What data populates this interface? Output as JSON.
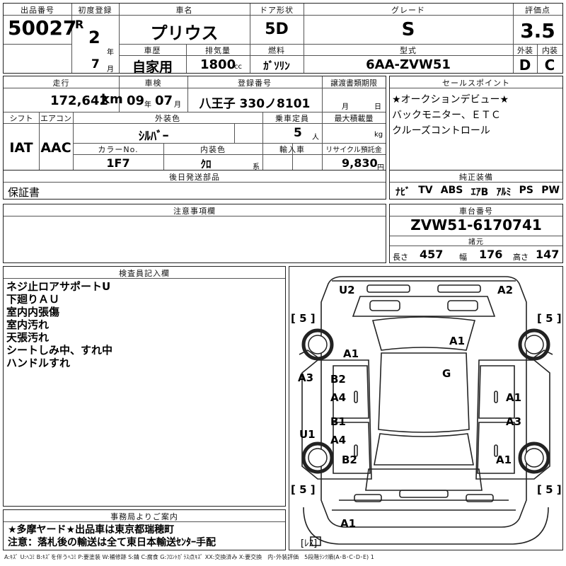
{
  "lot": {
    "label": "出品番号",
    "value": "50027"
  },
  "first_reg": {
    "label": "初度登録",
    "era": "R",
    "year": "2",
    "year_unit": "年",
    "month": "7",
    "month_unit": "月"
  },
  "car_name": {
    "label": "車名",
    "value": "プリウス"
  },
  "door": {
    "label": "ドア形状",
    "value": "5D"
  },
  "grade": {
    "label": "グレード",
    "value": "S"
  },
  "score": {
    "label": "評価点",
    "value": "3.5"
  },
  "history": {
    "label": "車歴",
    "value": "自家用"
  },
  "displacement": {
    "label": "排気量",
    "value": "1800",
    "unit": "cc"
  },
  "fuel": {
    "label": "燃料",
    "value": "ｶﾞｿﾘﾝ"
  },
  "model": {
    "label": "型式",
    "value": "6AA-ZVW51"
  },
  "exterior_grade": {
    "label": "外装",
    "value": "D"
  },
  "interior_grade": {
    "label": "内装",
    "value": "C"
  },
  "mileage": {
    "label": "走行",
    "value": "172,642",
    "unit": "km"
  },
  "inspection": {
    "label": "車検",
    "year": "09",
    "year_unit": "年",
    "month": "07",
    "month_unit": "月"
  },
  "plate": {
    "label": "登録番号",
    "value": "八王子 330ノ8101"
  },
  "transfer_deadline": {
    "label": "譲渡書類期限",
    "month_unit": "月",
    "day_unit": "日"
  },
  "shift": {
    "label": "シフト",
    "value": "IAT"
  },
  "aircon": {
    "label": "エアコン",
    "value": "AAC"
  },
  "ext_color": {
    "label": "外装色",
    "value": "ｼﾙﾊﾞｰ"
  },
  "capacity": {
    "label": "乗車定員",
    "value": "5",
    "unit": "人"
  },
  "max_load": {
    "label": "最大積載量",
    "unit": "kg"
  },
  "color_no": {
    "label": "カラーNo.",
    "value": "1F7"
  },
  "int_color": {
    "label": "内装色",
    "value": "ｸﾛ",
    "suffix": "系"
  },
  "import": {
    "label": "輸入車"
  },
  "recycle": {
    "label": "リサイクル預託金",
    "value": "9,830",
    "unit": "円"
  },
  "later_parts": {
    "label": "後日発送部品",
    "value": "保証書"
  },
  "selling_points": {
    "label": "セールスポイント",
    "lines": [
      "★オークションデビュー★",
      "バックモニター、ＥＴＣ",
      "クルーズコントロール"
    ]
  },
  "equipment": {
    "label": "純正装備",
    "items": [
      "ﾅﾋﾞ",
      "TV",
      "ABS",
      "ｴｱB",
      "ｱﾙﾐ",
      "PS",
      "PW"
    ]
  },
  "notes": {
    "label": "注意事項欄"
  },
  "chassis": {
    "label": "車台番号",
    "value": "ZVW51-6170741"
  },
  "specs": {
    "label": "諸元",
    "length_label": "長さ",
    "length": "457",
    "width_label": "幅",
    "width": "176",
    "height_label": "高さ",
    "height": "147"
  },
  "inspector": {
    "label": "検査員記入欄",
    "lines": [
      "ネジ止ロアサポートU",
      "下廻りＡＵ",
      "室内内張傷",
      "室内汚れ",
      "天張汚れ",
      "シートしみ中、すれ中",
      "ハンドルすれ"
    ]
  },
  "office": {
    "label": "事務局よりご案内",
    "lines": [
      "★多摩ヤード★出品車は東京都瑞穂町",
      "注意：落札後の輸送は全て東日本輸送ｾﾝﾀｰ手配"
    ]
  },
  "legend": "A:ｷｽﾞ U:ﾍｺﾐ B:ｷｽﾞを伴うﾍｺﾐ P:要塗装 W:補修跡 S:錆 C:腐食 G:ﾌﾛﾝﾄｶﾞﾗｽ点ｷｽﾞ XX:交換済み X:要交換　内･外装評価　5段階ﾗﾝｸ順(A･B･C･D･E) 1",
  "diagram": {
    "marks": {
      "u2": "U2",
      "a2": "A2",
      "a1_roof": "A1",
      "g": "G",
      "a1_fl": "A1",
      "a3_left": "A3",
      "b2_fl": "B2",
      "a4_fl": "A4",
      "b1_rl": "B1",
      "a4_rl": "A4",
      "u1_left": "U1",
      "b2_rear": "B2",
      "a1_fr": "A1",
      "a3_rr": "A3",
      "a1_rear": "A1",
      "a1_bumper": "A1"
    },
    "tires": {
      "fl": "[ 5 ]",
      "fr": "[ 5 ]",
      "rl": "[ 5 ]",
      "rr": "[ 5 ]"
    },
    "spare": "[ﾚｽ]"
  }
}
